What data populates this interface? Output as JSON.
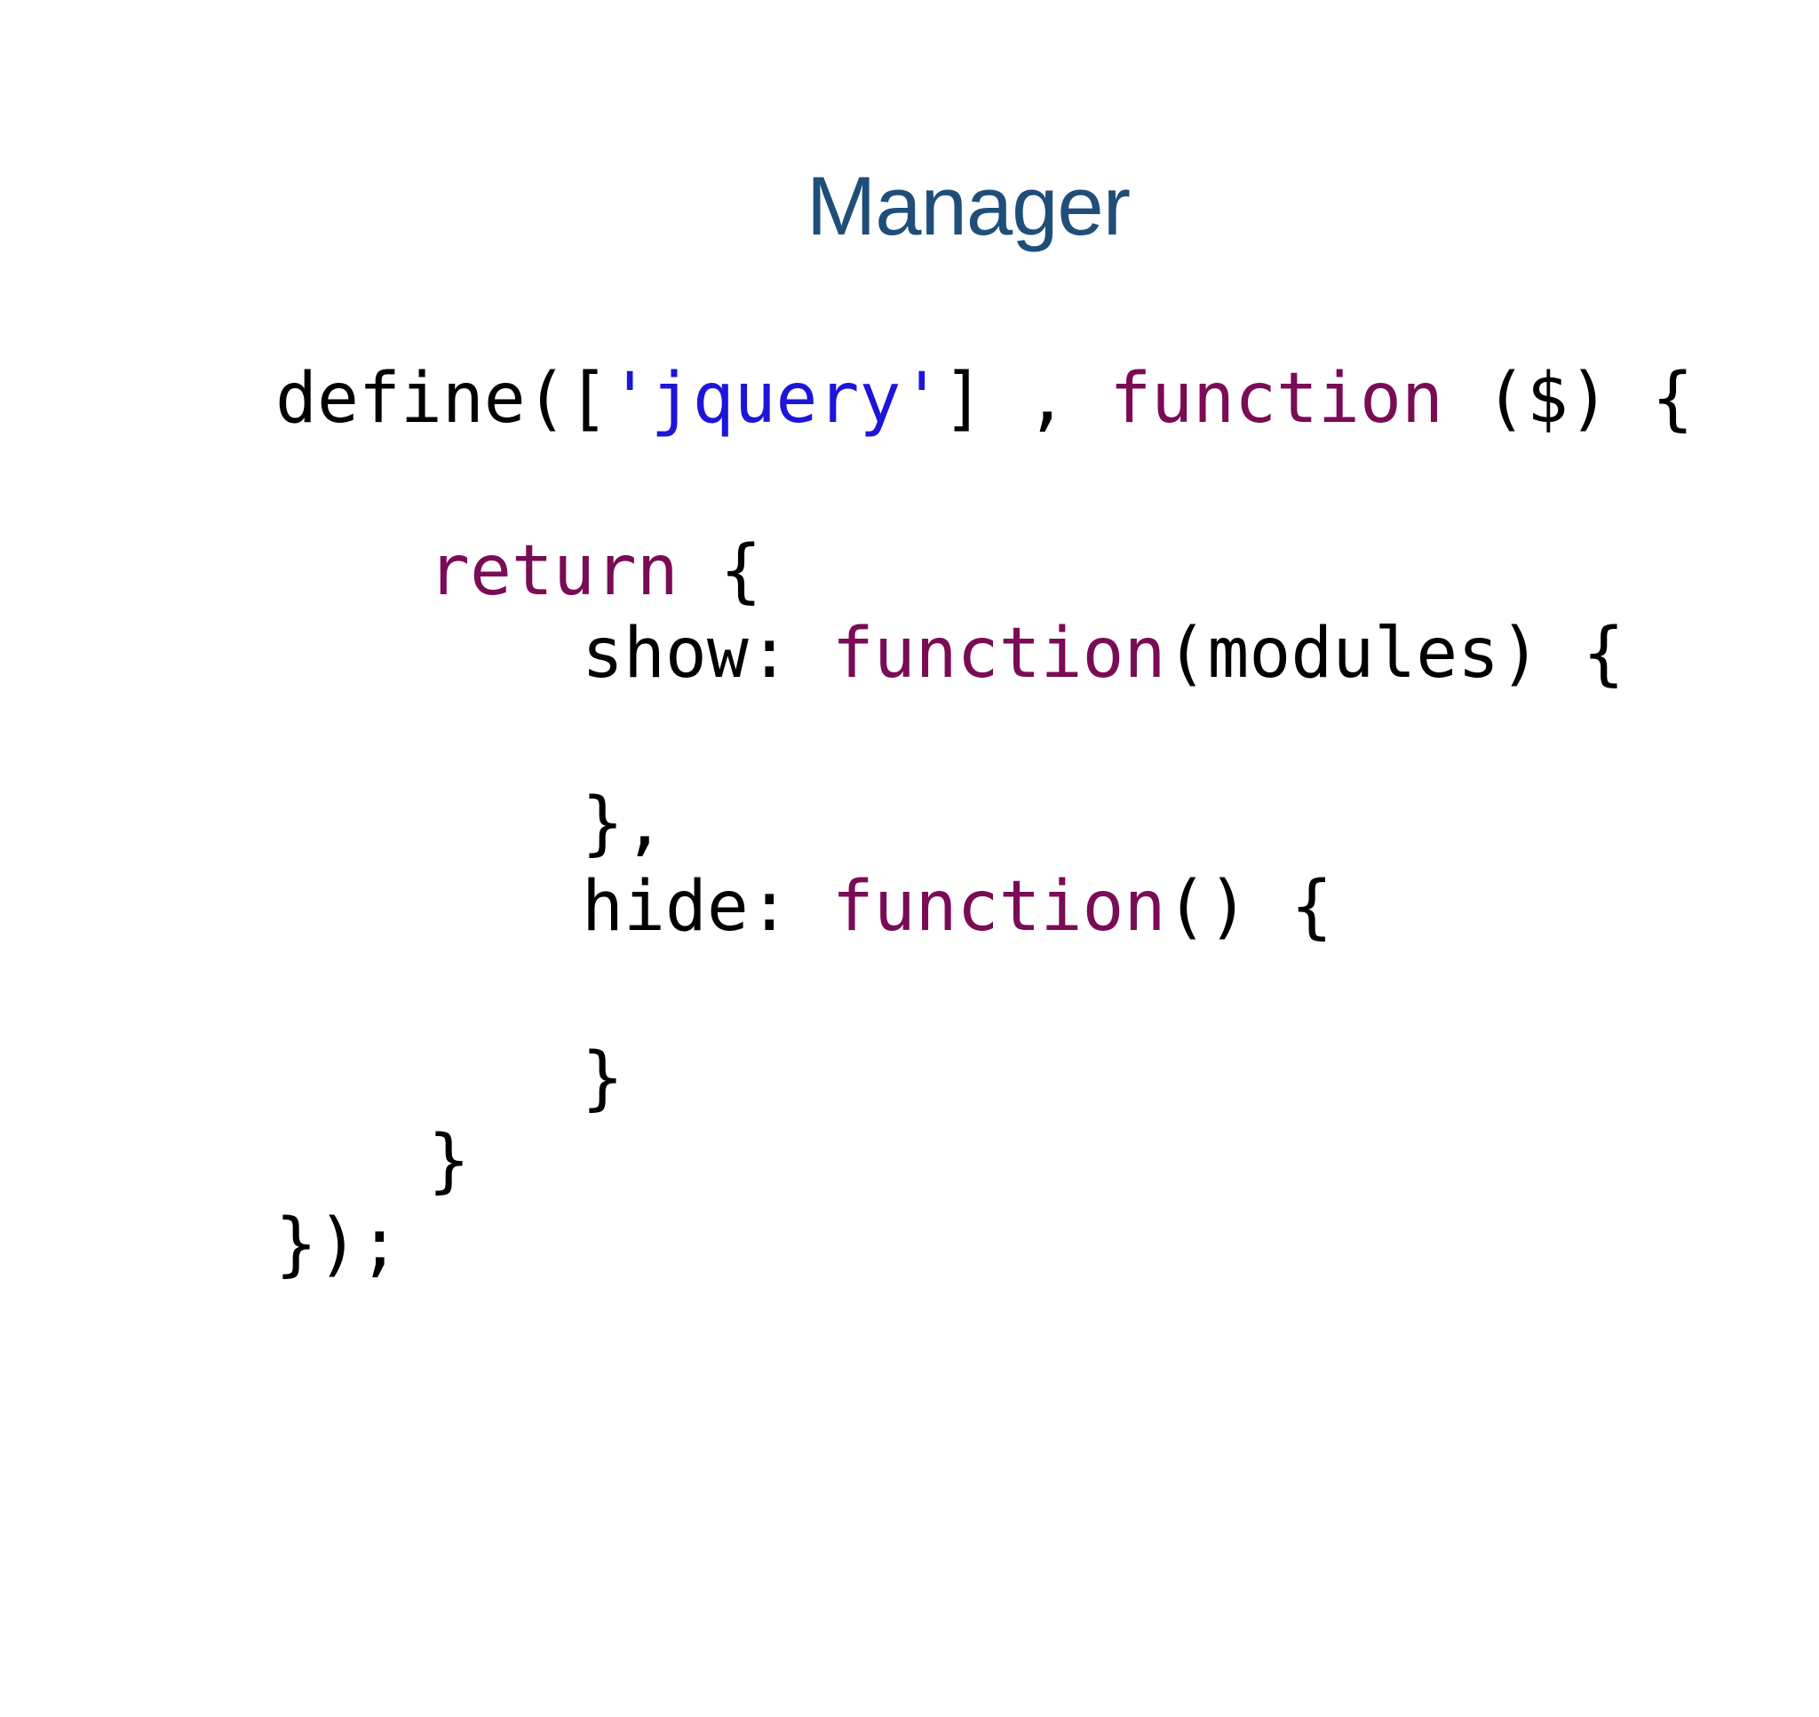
{
  "slide": {
    "title": "Manager"
  },
  "code": {
    "line1": {
      "a": "define([",
      "b": "'jquery'",
      "c": "] , ",
      "d": "function",
      "e": " ($) {"
    },
    "line2": {
      "a": "return",
      "b": " {"
    },
    "line3": {
      "a": "show: ",
      "b": "function",
      "c": "(modules) {"
    },
    "line4": {
      "a": "},"
    },
    "line5": {
      "a": "hide: ",
      "b": "function",
      "c": "() {"
    },
    "line6": {
      "a": "}"
    },
    "line7": {
      "a": "}"
    },
    "line8": {
      "a": "});"
    }
  },
  "colors": {
    "title": "#1f4e79",
    "keyword": "#7a0b55",
    "string": "#1d15d8",
    "text": "#000000"
  }
}
